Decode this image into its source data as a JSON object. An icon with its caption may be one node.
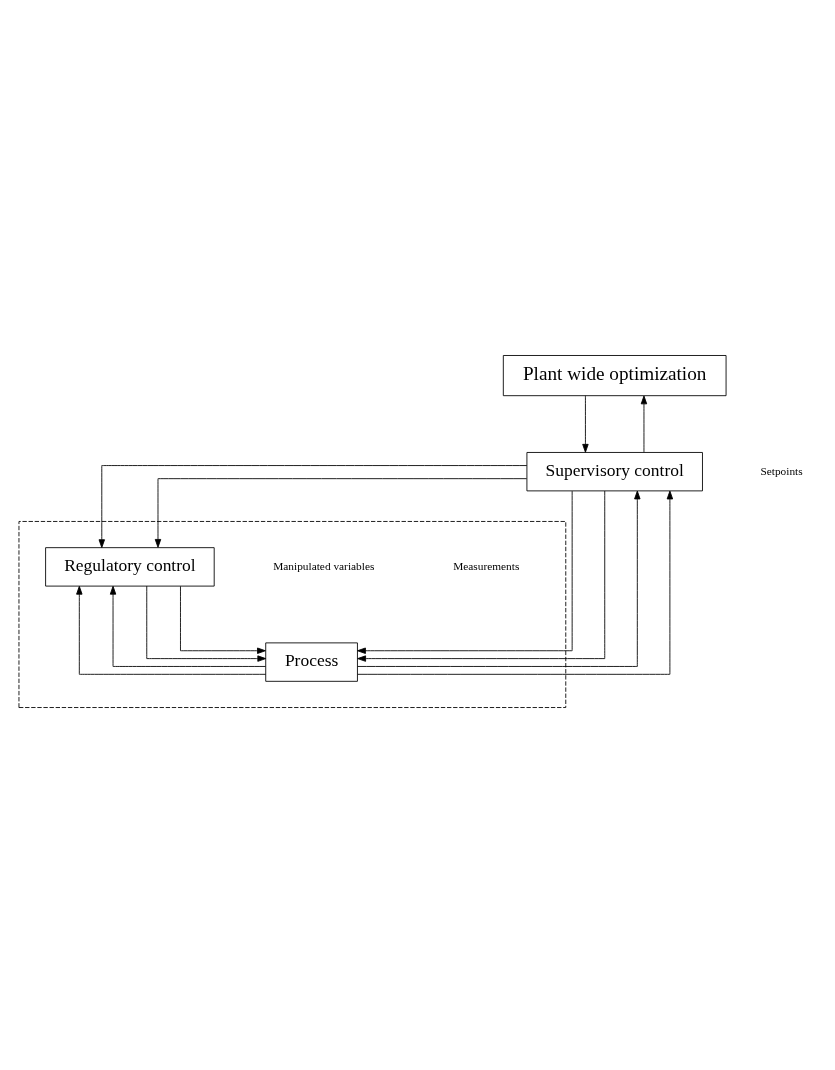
{
  "diagram": {
    "nodes": [
      {
        "text": [
          "Plant wide optimization"
        ]
      },
      {
        "text": [
          "Supervisory control"
        ]
      },
      {
        "text": [],
        "shape": "box"
      },
      {
        "text": [
          "Regulatory control"
        ],
        "in": 2
      },
      {
        "text": [
          "Process"
        ],
        "in": 2
      }
    ],
    "edges": [
      {
        "from": 0,
        "to": 1,
        "arrow": "to"
      },
      {
        "from": 1,
        "to": 0,
        "arrow": "to"
      },
      {
        "from": 1,
        "to": 3,
        "arrow": "to"
      },
      {
        "from": 1,
        "to": 3,
        "arrow": "to"
      },
      {
        "from": 3,
        "to": 4,
        "arrow": "to"
      },
      {
        "from": 3,
        "to": 4,
        "arrow": "to"
      },
      {
        "from": 4,
        "to": 3,
        "arrow": "to"
      },
      {
        "from": 4,
        "to": 3,
        "arrow": "to"
      },
      {
        "from": 1,
        "to": 4,
        "arrow": "to"
      },
      {
        "from": 1,
        "to": 4,
        "arrow": "to"
      },
      {
        "from": 4,
        "to": 1,
        "arrow": "to"
      },
      {
        "from": 4,
        "to": 1,
        "arrow": "to"
      }
    ],
    "labels": [
      "Setpoints",
      "Measurements",
      "Manipulated variables"
    ]
  }
}
